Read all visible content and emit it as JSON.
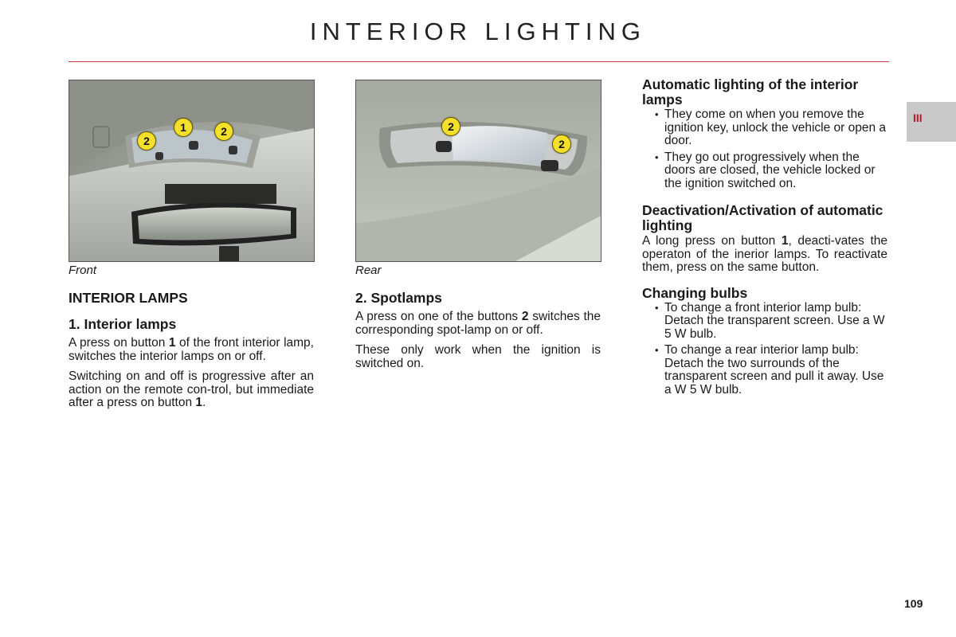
{
  "page": {
    "title": "INTERIOR LIGHTING",
    "section_tab": "III",
    "page_number": "109"
  },
  "figures": {
    "front": {
      "caption": "Front",
      "callouts": [
        "2",
        "1",
        "2"
      ]
    },
    "rear": {
      "caption": "Rear",
      "callouts": [
        "2",
        "2"
      ]
    }
  },
  "left_column": {
    "heading": "INTERIOR LAMPS",
    "subheading": "1. Interior lamps",
    "p1_a": "A press on button ",
    "p1_bold": "1",
    "p1_b": " of the front interior lamp, switches the interior lamps on or off.",
    "p2_a": "Switching on and off is progressive after an action on the remote con-trol, but immediate after a press on button ",
    "p2_bold": "1",
    "p2_b": "."
  },
  "middle_column": {
    "subheading": "2. Spotlamps",
    "p1_a": "A press on one of the buttons ",
    "p1_bold": "2",
    "p1_b": " switches the corresponding spot-lamp on or off.",
    "p2": "These only work when the ignition is switched on."
  },
  "right_column": {
    "section1": {
      "heading": "Automatic lighting of the interior lamps",
      "bullets": [
        "They come on when you remove the ignition key, unlock the vehicle or open a door.",
        "They go out progressively when the doors are closed, the vehicle locked or the ignition switched on."
      ]
    },
    "section2": {
      "heading": "Deactivation/Activation of automatic lighting",
      "p_a": "A long press on button ",
      "p_bold": "1",
      "p_b": ", deacti-vates the operaton of the inerior lamps. To reactivate them, press on the same button."
    },
    "section3": {
      "heading": "Changing bulbs",
      "bullets": [
        "To change a front interior lamp bulb: Detach the transparent screen. Use a W 5 W bulb.",
        "To change a rear interior lamp bulb: Detach the two surrounds of the transparent screen and pull it away. Use a W 5 W bulb."
      ]
    }
  },
  "colors": {
    "rule": "#c8414a",
    "tab_bg": "#c9c9c9",
    "tab_text": "#c0172b",
    "callout": "#f4e02a"
  }
}
